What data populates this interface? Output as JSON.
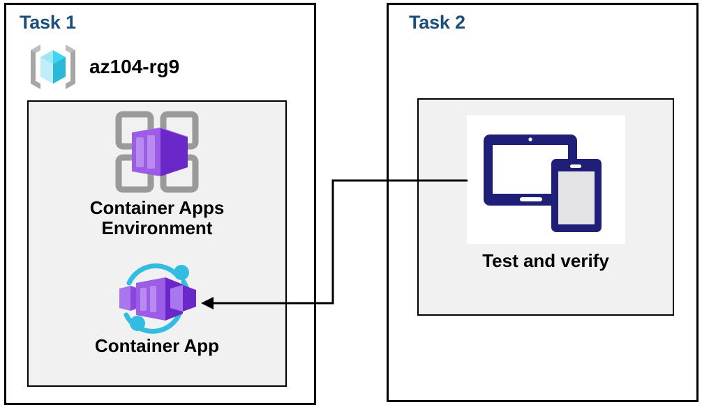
{
  "diagram": {
    "title_color": "#1b4e79",
    "background": "#ffffff",
    "panel_border": "#000000",
    "inner_box_fill": "#f1f1f1",
    "connector_color": "#000000",
    "accent_purple": "#6b28c8",
    "accent_purple_light": "#9b5ce6",
    "accent_cyan": "#32bde0",
    "accent_navy": "#1f1f78",
    "accent_gray": "#9a9a9a"
  },
  "task1": {
    "heading": "Task 1",
    "resource_group": {
      "icon": "azure-resource-group-icon",
      "label": "az104-rg9"
    },
    "nodes": [
      {
        "icon": "container-apps-environment-icon",
        "label": "Container Apps\nEnvironment"
      },
      {
        "icon": "container-app-icon",
        "label": "Container App"
      }
    ]
  },
  "task2": {
    "heading": "Task 2",
    "nodes": [
      {
        "icon": "test-devices-icon",
        "label": "Test and verify"
      }
    ]
  },
  "connector": {
    "name": "test-to-container-app-arrow",
    "from": "Test and verify",
    "to": "Container App",
    "arrowhead": "left"
  }
}
